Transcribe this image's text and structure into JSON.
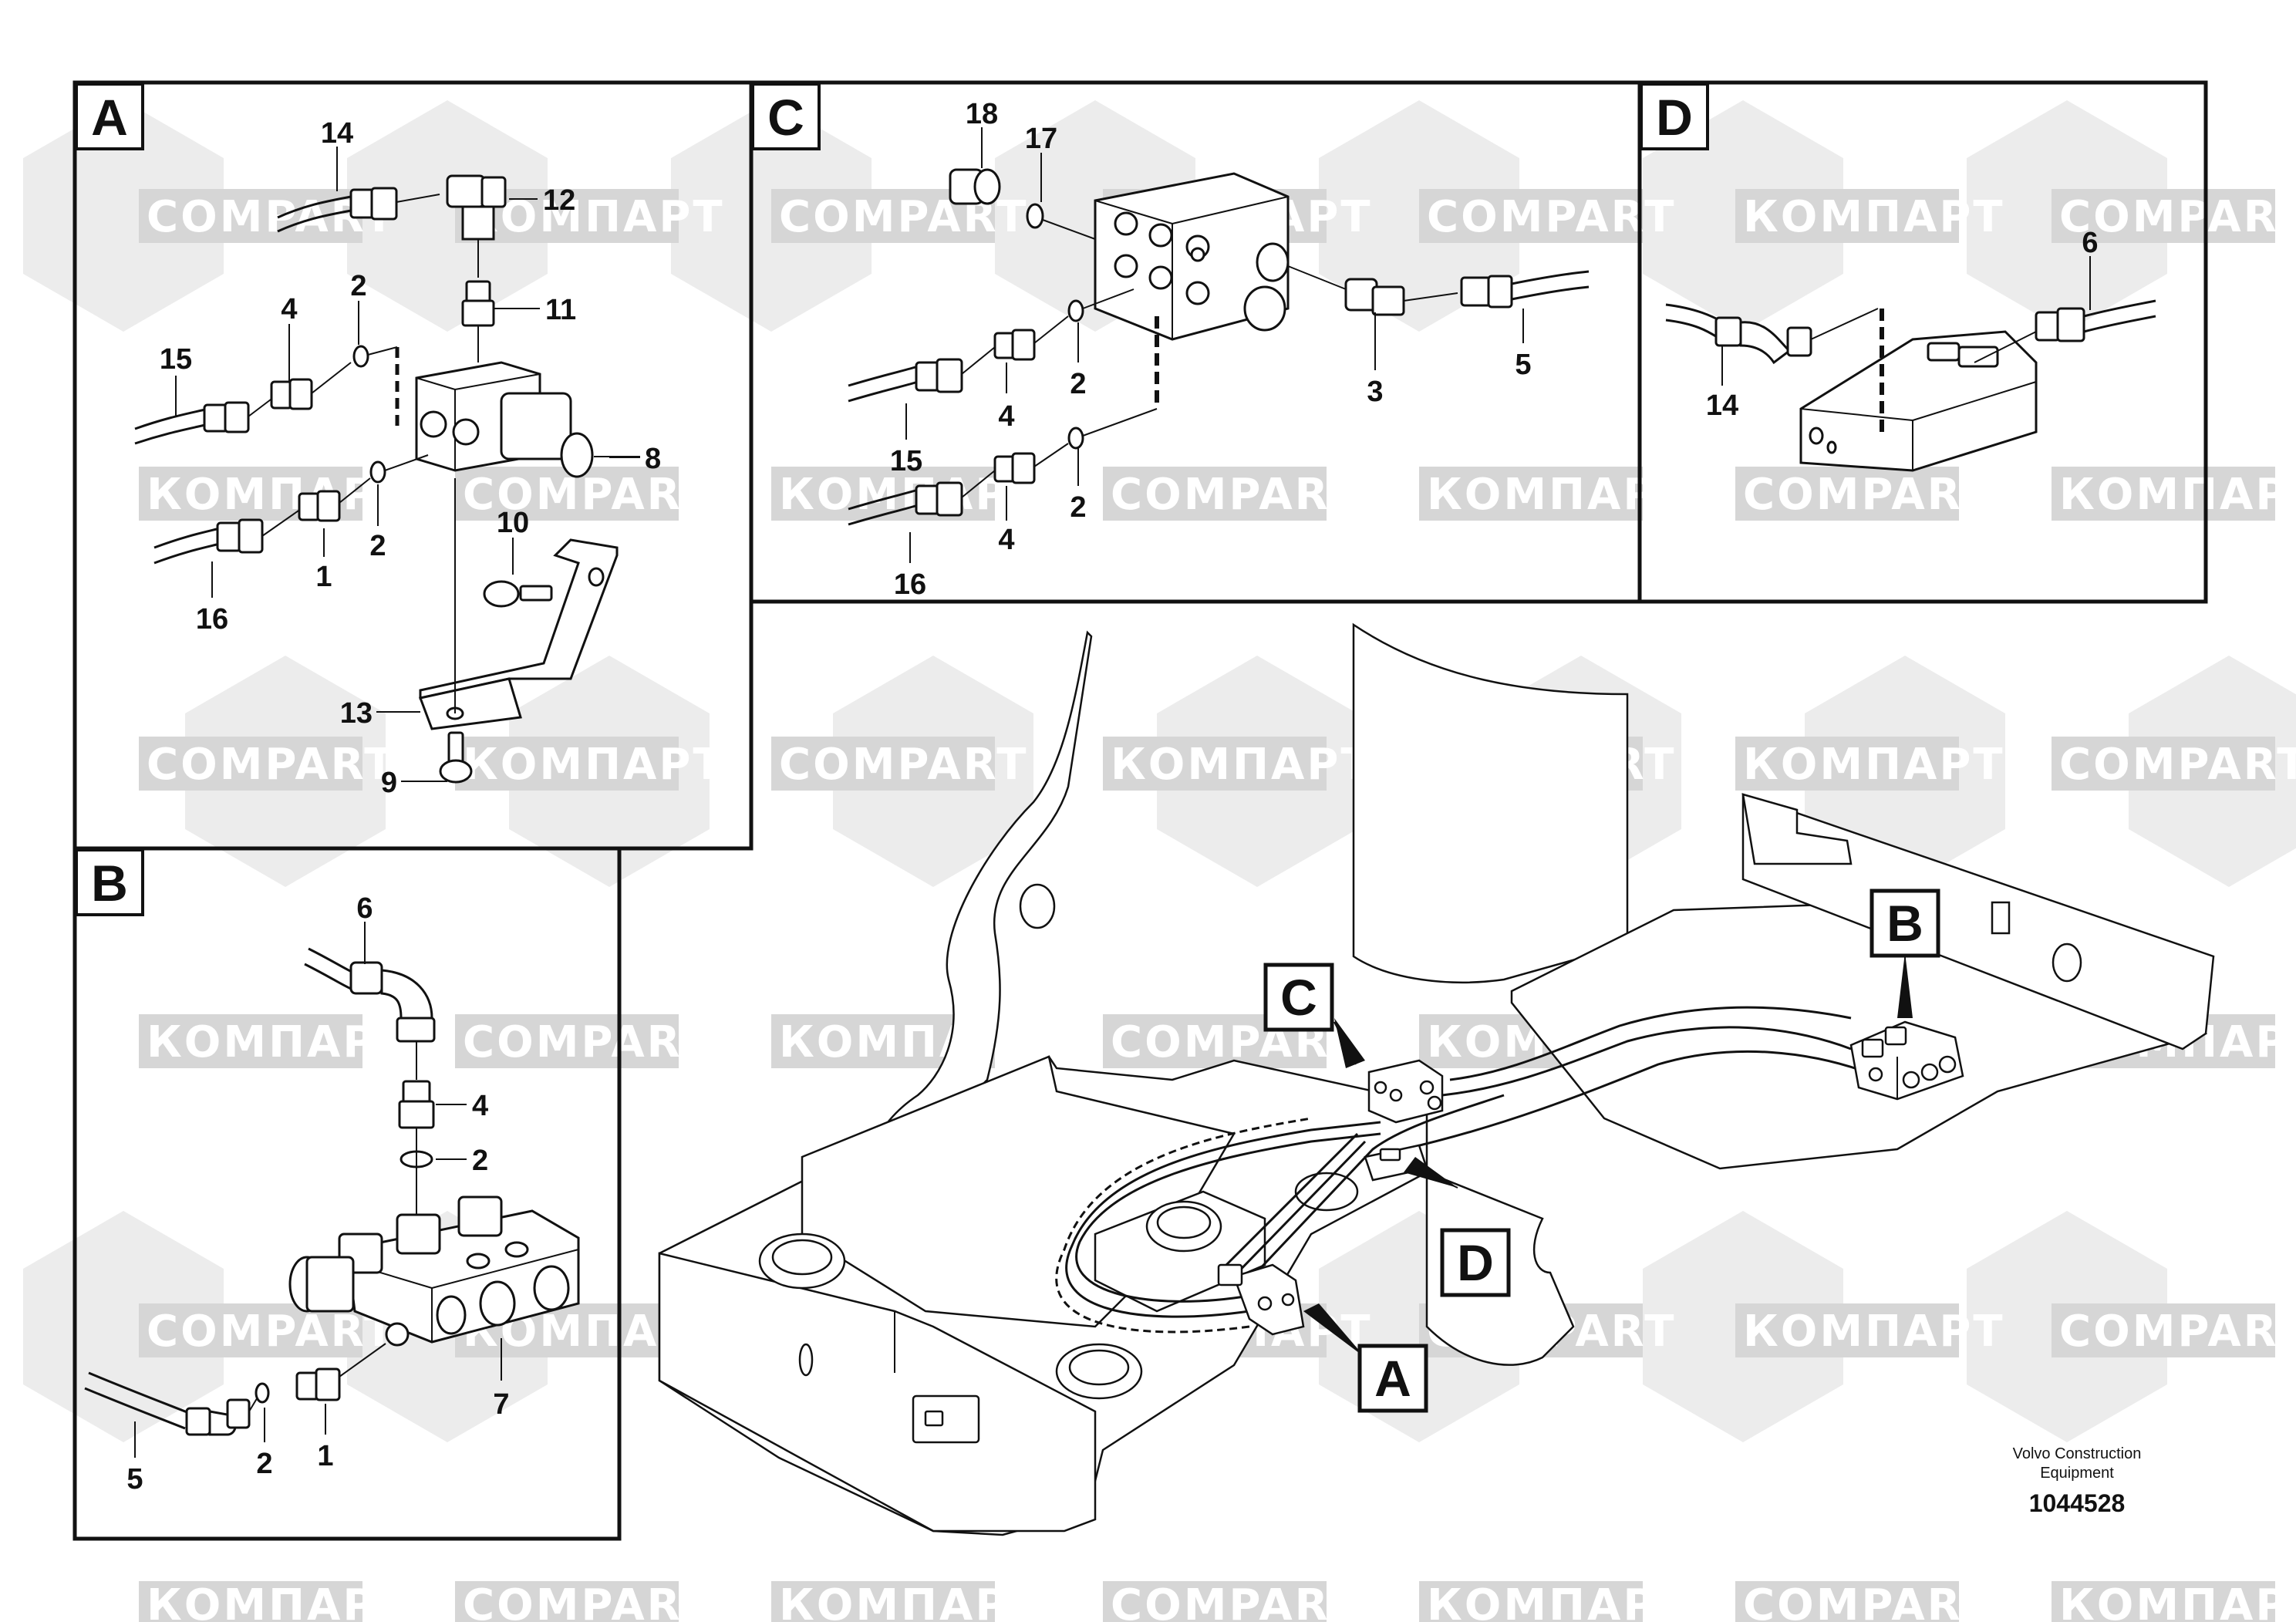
{
  "watermark": {
    "brand_latin": "COMPART",
    "brand_cyrillic": "КОМПАРТ"
  },
  "panels": {
    "A": {
      "letter": "A",
      "callouts": [
        "14",
        "12",
        "11",
        "2",
        "4",
        "15",
        "8",
        "1",
        "2",
        "16",
        "10",
        "13",
        "9"
      ]
    },
    "B": {
      "letter": "B",
      "callouts": [
        "6",
        "4",
        "2",
        "7",
        "5",
        "2",
        "1"
      ]
    },
    "C": {
      "letter": "C",
      "callouts": [
        "18",
        "17",
        "3",
        "5",
        "2",
        "4",
        "15",
        "2",
        "4",
        "16"
      ]
    },
    "D": {
      "letter": "D",
      "callouts": [
        "6",
        "14"
      ]
    }
  },
  "overview_labels": [
    "C",
    "B",
    "D",
    "A"
  ],
  "footer": {
    "company_line1": "Volvo Construction",
    "company_line2": "Equipment",
    "drawing_number": "1044528"
  }
}
